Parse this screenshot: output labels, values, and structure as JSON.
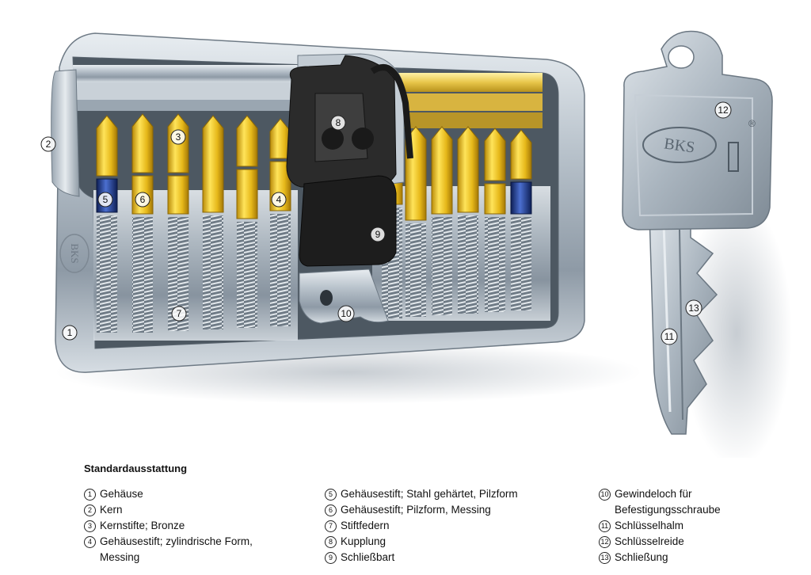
{
  "legend": {
    "title": "Standardausstattung",
    "columns": [
      [
        {
          "num": "1",
          "text": "Gehäuse"
        },
        {
          "num": "2",
          "text": "Kern"
        },
        {
          "num": "3",
          "text": "Kernstifte; Bronze"
        },
        {
          "num": "4",
          "text": "Gehäusestift; zylindrische Form,\nMessing"
        }
      ],
      [
        {
          "num": "5",
          "text": "Gehäusestift; Stahl gehärtet, Pilzform"
        },
        {
          "num": "6",
          "text": "Gehäusestift; Pilzform, Messing"
        },
        {
          "num": "7",
          "text": "Stiftfedern"
        },
        {
          "num": "8",
          "text": "Kupplung"
        },
        {
          "num": "9",
          "text": "Schließbart"
        }
      ],
      [
        {
          "num": "10",
          "text": "Gewindeloch für\nBefestigungsschraube"
        },
        {
          "num": "11",
          "text": "Schlüsselhalm"
        },
        {
          "num": "12",
          "text": "Schlüsselreide"
        },
        {
          "num": "13",
          "text": "Schließung"
        }
      ]
    ]
  },
  "callouts": [
    "1",
    "2",
    "3",
    "4",
    "5",
    "6",
    "7",
    "8",
    "9",
    "10",
    "11",
    "12",
    "13"
  ],
  "brand": {
    "cylinder_logo": "BKS",
    "key_logo": "BKS",
    "registered": "®"
  },
  "colors": {
    "brass": "#e6c21a",
    "steel_pin": "#1e3a8c",
    "chrome": "#b9c3cc",
    "dark_part": "#262626"
  }
}
